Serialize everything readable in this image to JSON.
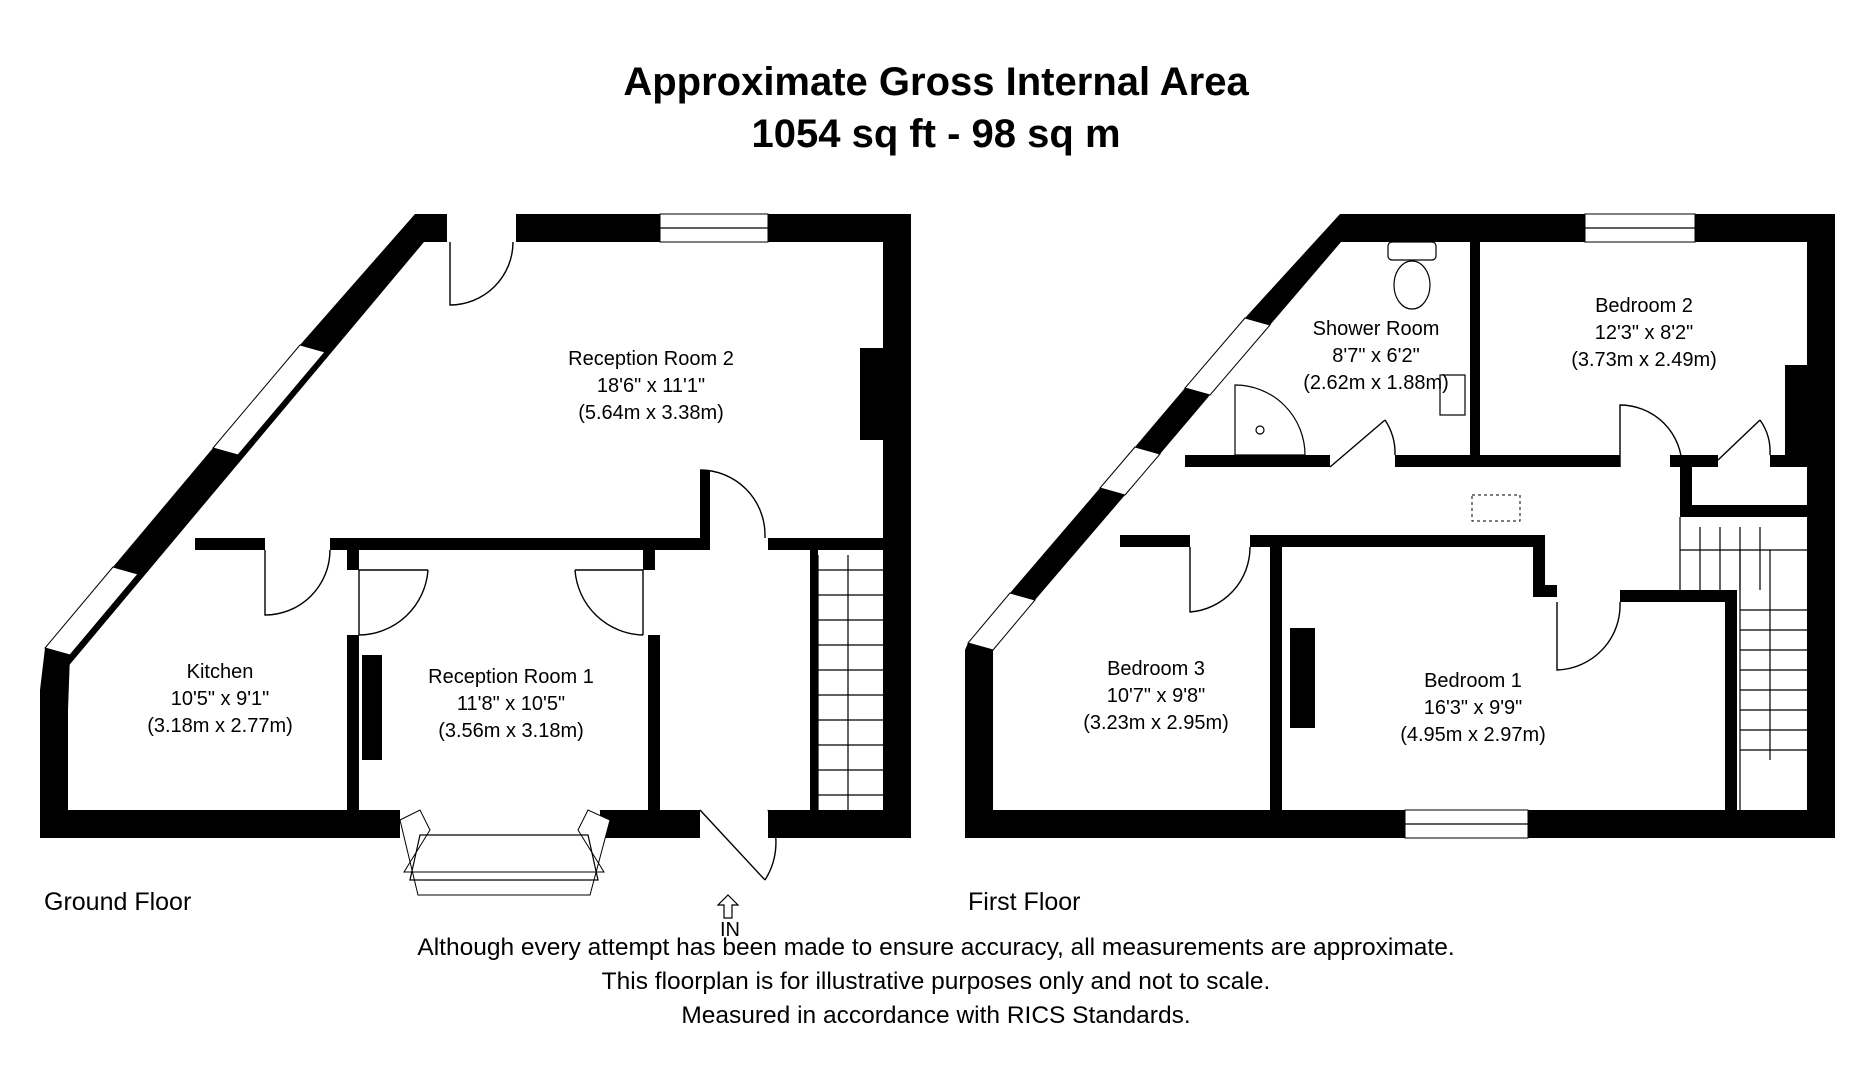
{
  "header": {
    "title_line1": "Approximate Gross Internal Area",
    "title_line2": "1054 sq ft - 98 sq m"
  },
  "ground_floor": {
    "label": "Ground Floor",
    "entrance_label": "IN",
    "rooms": [
      {
        "id": "reception-room-2",
        "name": "Reception Room 2",
        "imperial": "18'6\" x 11'1\"",
        "metric": "(5.64m x 3.38m)"
      },
      {
        "id": "kitchen",
        "name": "Kitchen",
        "imperial": "10'5\" x 9'1\"",
        "metric": "(3.18m x 2.77m)"
      },
      {
        "id": "reception-room-1",
        "name": "Reception Room 1",
        "imperial": "11'8\" x 10'5\"",
        "metric": "(3.56m x 3.18m)"
      }
    ]
  },
  "first_floor": {
    "label": "First Floor",
    "rooms": [
      {
        "id": "shower-room",
        "name": "Shower Room",
        "imperial": "8'7\" x 6'2\"",
        "metric": "(2.62m x 1.88m)"
      },
      {
        "id": "bedroom-2",
        "name": "Bedroom 2",
        "imperial": "12'3\" x 8'2\"",
        "metric": "(3.73m x 2.49m)"
      },
      {
        "id": "bedroom-3",
        "name": "Bedroom 3",
        "imperial": "10'7\" x 9'8\"",
        "metric": "(3.23m x 2.95m)"
      },
      {
        "id": "bedroom-1",
        "name": "Bedroom 1",
        "imperial": "16'3\" x 9'9\"",
        "metric": "(4.95m x 2.97m)"
      }
    ]
  },
  "disclaimer": {
    "line1": "Although every attempt has been made to ensure accuracy, all measurements are approximate.",
    "line2": "This floorplan is for illustrative purposes only and not to scale.",
    "line3": "Measured in accordance with RICS Standards."
  }
}
